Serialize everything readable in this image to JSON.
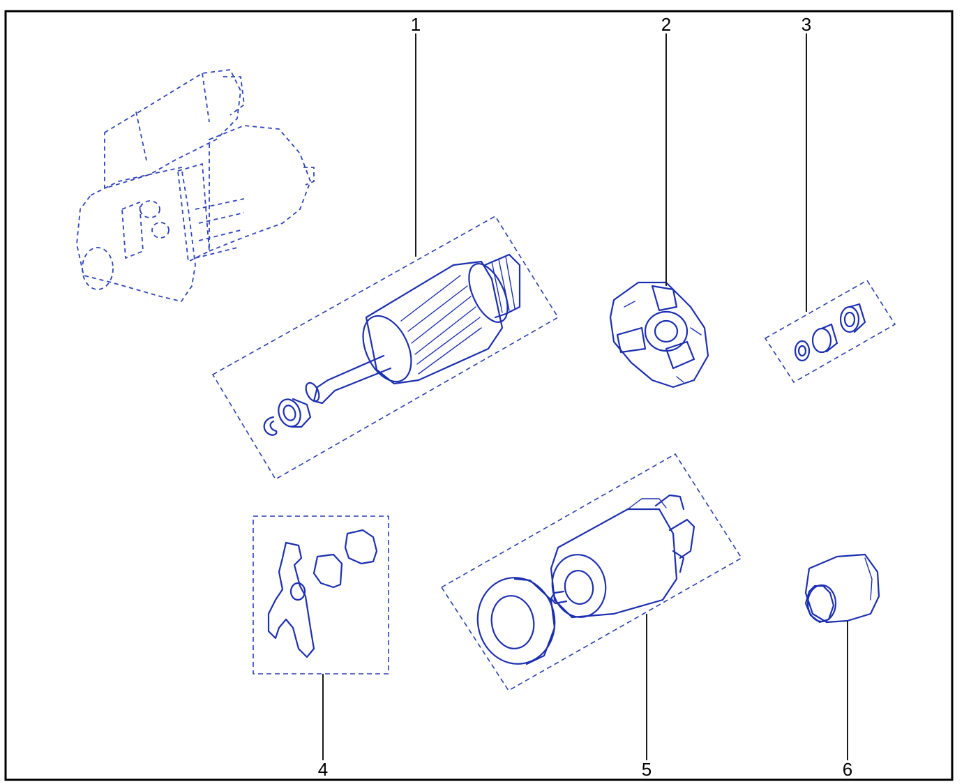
{
  "colors": {
    "line": "#1c2fb0",
    "frame": "#000000",
    "callout": "#000000"
  },
  "callouts": [
    {
      "id": "1",
      "label": "1"
    },
    {
      "id": "2",
      "label": "2"
    },
    {
      "id": "3",
      "label": "3"
    },
    {
      "id": "4",
      "label": "4"
    },
    {
      "id": "5",
      "label": "5"
    },
    {
      "id": "6",
      "label": "6"
    }
  ]
}
